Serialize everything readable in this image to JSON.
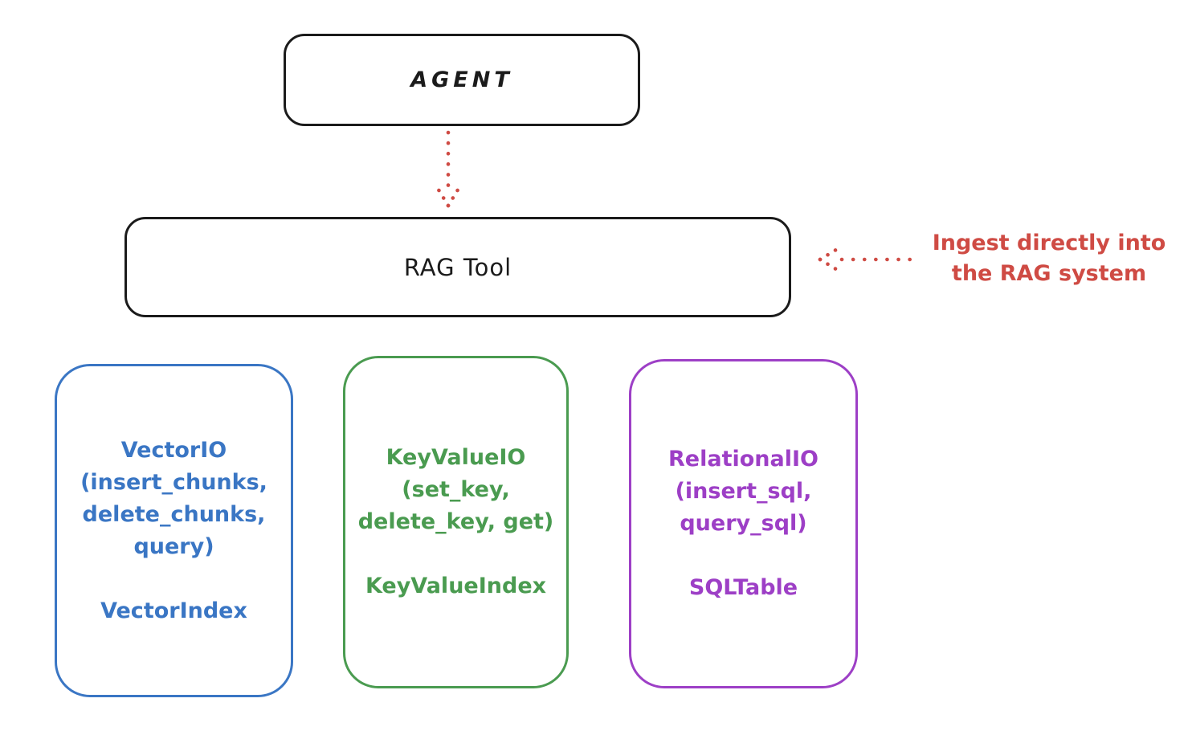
{
  "diagram": {
    "agent": {
      "label": "AGENT"
    },
    "rag_tool": {
      "label": "RAG Tool"
    },
    "annotation": {
      "line1": "Ingest directly into",
      "line2": "the RAG system"
    },
    "backends": [
      {
        "title_lines": [
          "VectorIO",
          "(insert_chunks,",
          "delete_chunks,",
          "query)"
        ],
        "index_label": "VectorIndex",
        "color": "#3a76c4"
      },
      {
        "title_lines": [
          "KeyValueIO",
          "(set_key,",
          "delete_key, get)"
        ],
        "index_label": "KeyValueIndex",
        "color": "#4a9b50"
      },
      {
        "title_lines": [
          "RelationalIO",
          "(insert_sql,",
          "query_sql)"
        ],
        "index_label": "SQLTable",
        "color": "#9d3fc6"
      }
    ],
    "colors": {
      "ink": "#1b1b1b",
      "accent_red": "#cf4b44"
    }
  }
}
